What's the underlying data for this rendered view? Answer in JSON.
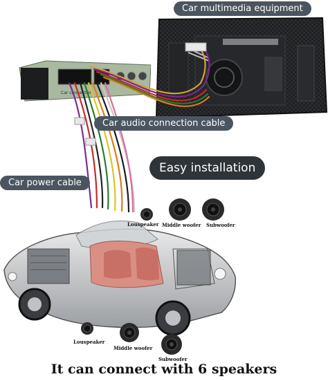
{
  "labels": {
    "multimedia": "Car multimedia equipment",
    "audio_cable": "Car audio connection cable",
    "power_cable": "Car power cable",
    "easy": "Easy installation"
  },
  "amp_text": "Car connection",
  "speakers_top": [
    "Louspeaker",
    "Middle woofer",
    "Subwoofer"
  ],
  "speakers_bottom": [
    "Louspeaker",
    "Middle woofer",
    "Subwoofer"
  ],
  "footer": "It can connect with 6 speakers"
}
